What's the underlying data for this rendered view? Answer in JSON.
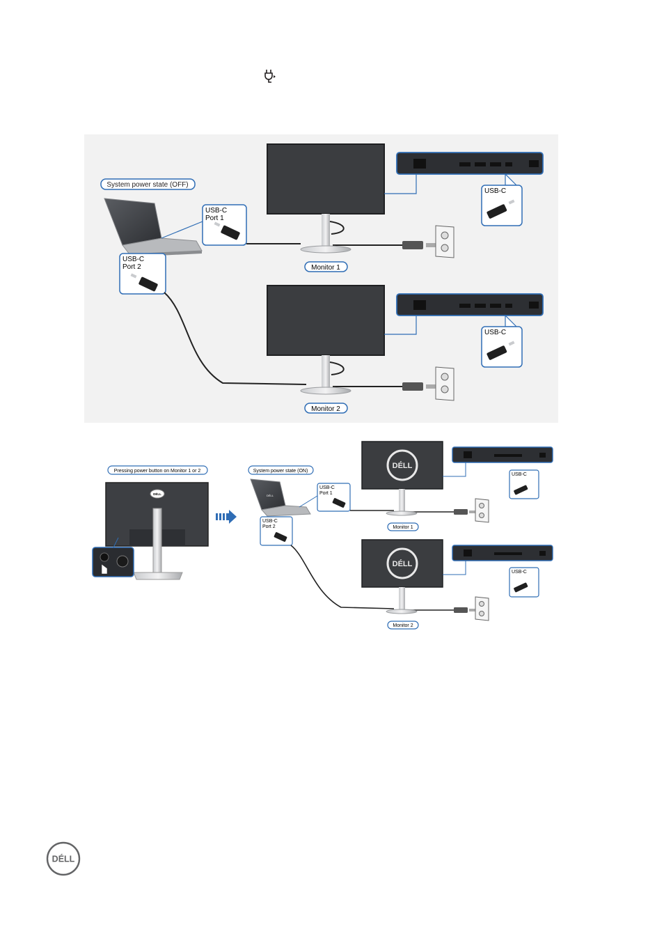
{
  "header": {
    "icon": "power-plug-icon"
  },
  "figure_top": {
    "system_state_label": "System power state (OFF)",
    "laptop_port1_label": [
      "USB-C",
      "Port 1"
    ],
    "laptop_port2_label": [
      "USB-C",
      "Port 2"
    ],
    "monitor1_label": "Monitor 1",
    "monitor2_label": "Monitor 2",
    "monitor1_port_callout": "USB-C",
    "monitor2_port_callout": "USB-C"
  },
  "figure_bottom": {
    "pressing_label": "Pressing power button on Monitor 1 or 2",
    "system_state_label": "System power state (ON)",
    "laptop_port1_label": [
      "USB-C",
      "Port 1"
    ],
    "laptop_port2_label": [
      "USB-C",
      "Port 2"
    ],
    "monitor1_label": "Monitor 1",
    "monitor2_label": "Monitor 2",
    "monitor1_port_callout": "USB-C",
    "monitor2_port_callout": "USB-C",
    "monitor_logo": "DÉLL"
  },
  "footer": {
    "logo": "DÉLL"
  },
  "colors": {
    "callout_border": "#2f6db5",
    "screen": "#3b3d40",
    "cable": "#222222",
    "arrow": "#2f6db5"
  }
}
